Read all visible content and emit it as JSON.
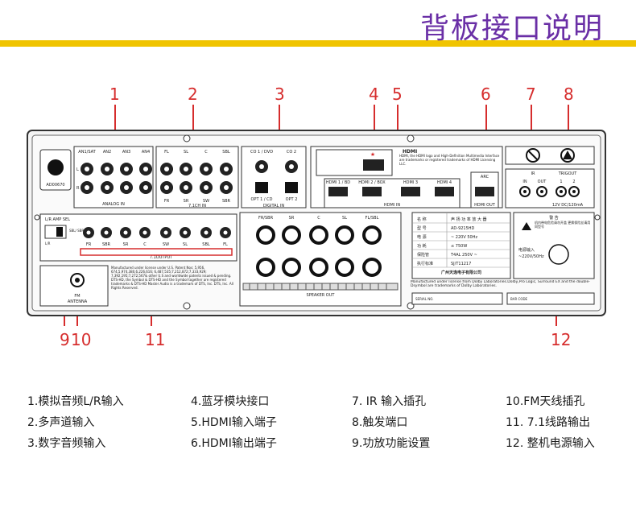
{
  "page_title": "背板接口说明",
  "callouts": [
    "1",
    "2",
    "3",
    "4",
    "5",
    "6",
    "7",
    "8",
    "9",
    "10",
    "11",
    "12"
  ],
  "legend": [
    "1.模拟音频L/R输入",
    "2.多声道输入",
    "3.数字音频输入",
    "4.蓝牙模块接口",
    "5.HDMI输入端子",
    "6.HDMI输出端子",
    "7. IR 输入插孔",
    "8.触发端口",
    "9.功放功能设置",
    "10.FM天线插孔",
    "11. 7.1线路输出",
    "12. 整机电源输入"
  ],
  "panel": {
    "model_label": "AD00670",
    "analog_in": {
      "title": "ANALOG IN",
      "inputs": [
        "AN1/SAT",
        "AN2",
        "AN3",
        "AN4"
      ],
      "rows": [
        "L",
        "R"
      ]
    },
    "in71": {
      "title": "7.1CH IN",
      "top": [
        "FL",
        "SL",
        "C",
        "SBL"
      ],
      "bottom": [
        "FR",
        "SR",
        "SW",
        "SBR"
      ]
    },
    "digital_in": {
      "title": "DIGITAL IN",
      "coax": [
        "CO 1 / DVD",
        "CO 2"
      ],
      "opt": [
        "OPT 1 / CD",
        "OPT 2"
      ]
    },
    "hdmi_logo": "HDMI",
    "hdmi_notice": "HDMI, the HDMI logo and High-Definition Multimedia Interface are trademarks or registered trademarks of HDMI Licensing LLC.",
    "hdmi_in": {
      "title": "HDMI IN",
      "ports": [
        "HDMI 1 / BD",
        "HDMI 2 / BOX",
        "HDMI 3",
        "HDMI 4"
      ]
    },
    "hdmi_out": {
      "title": "HDMI OUT",
      "arc": "ARC"
    },
    "ir": {
      "title": "IR",
      "ports": [
        "IN",
        "OUT"
      ]
    },
    "trigout": {
      "title": "TRIGOUT",
      "ports": [
        "1",
        "2"
      ],
      "spec": "12V DC/120mA"
    },
    "amp_sel": {
      "title": "L/R AMP SEL",
      "labels": [
        "L/R",
        "SBL/ SBR"
      ]
    },
    "line_out": {
      "title": "7.1OUTPUT",
      "ports": [
        "FR",
        "SBR",
        "SR",
        "C",
        "SW",
        "SL",
        "SBL",
        "FL"
      ]
    },
    "fm": {
      "title": "FM",
      "sub": "ANTENNA"
    },
    "dts_notice": "Manufactured under license under U.S. Patent Nos: 5,956, 674,5,974,380,6,226,616; 6,487,535;7,212,872;7,333,929; 7,392,195;7,272,567& other U.S and worldwide patents issued & pending. DTS-HD, the Symbol & DTS-HD and the Symbol together are registered trademarks & DTS-HD Master Audio is a trademark of DTS, Inc. DTS, Inc. All Rights Reserved.",
    "speaker": {
      "title": "SPEAKER OUT",
      "labels": [
        "FR/SBR",
        "SR",
        "C",
        "SL",
        "FL/SBL"
      ]
    },
    "spec_table": {
      "rows": [
        [
          "名 称",
          "声 扬 功 率 放 大 器"
        ],
        [
          "型 号",
          "AD-9215HD"
        ],
        [
          "电 源",
          "~ 220V 50Hz"
        ],
        [
          "功 耗",
          "≤ 750W"
        ],
        [
          "保险管",
          "T4AL 250V ~"
        ],
        [
          "执行标准",
          "SJ/T11217"
        ]
      ],
      "maker": "广州天逸电子有限公司"
    },
    "warning": {
      "title": "警 告",
      "text": "机内带电危险请勿开盖 更换保险丝请用同型号"
    },
    "power": {
      "label": "电源输入",
      "spec": "~220V/50Hz"
    },
    "dolby_notice": "Manufactured under license from Dolby Laboratories.Dolby,Pro Logic, Surround EX and the double-Dsymbol are trademarks of Dolby Laboratories.",
    "serial": "SERIAL NO.",
    "barcode": "BAR CODE"
  }
}
